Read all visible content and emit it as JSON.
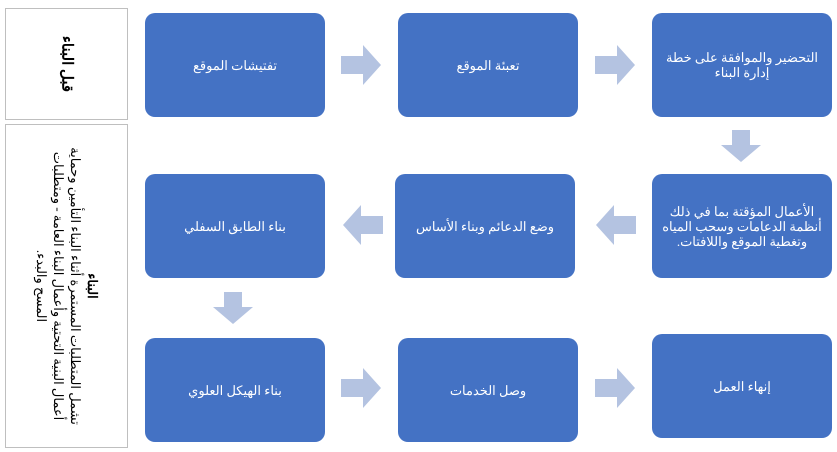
{
  "side_labels": {
    "before": "قبل البناء",
    "during_title": "البناء",
    "during_text": "تشمل المتطلبات المستمرة أثناء البناء التأمين وحماية أعمال البنية التحتية وأعمال البناء العامة - ومتطلبات المسح والبدء."
  },
  "steps": [
    "تفتيشات الموقع",
    "تعبئة الموقع",
    "التحضير والموافقة على خطة إدارة البناء",
    "الأعمال المؤقتة بما في ذلك أنظمة الدعامات وسحب المياه وتغطية الموقع واللافتات.",
    "وضع الدعائم وبناء الأساس",
    "بناء الطابق السفلي",
    "بناء الهيكل العلوي",
    "وصل الخدمات",
    "إنهاء العمل"
  ],
  "colors": {
    "box": "#4472c4",
    "arrow": "#b4c3e1"
  }
}
